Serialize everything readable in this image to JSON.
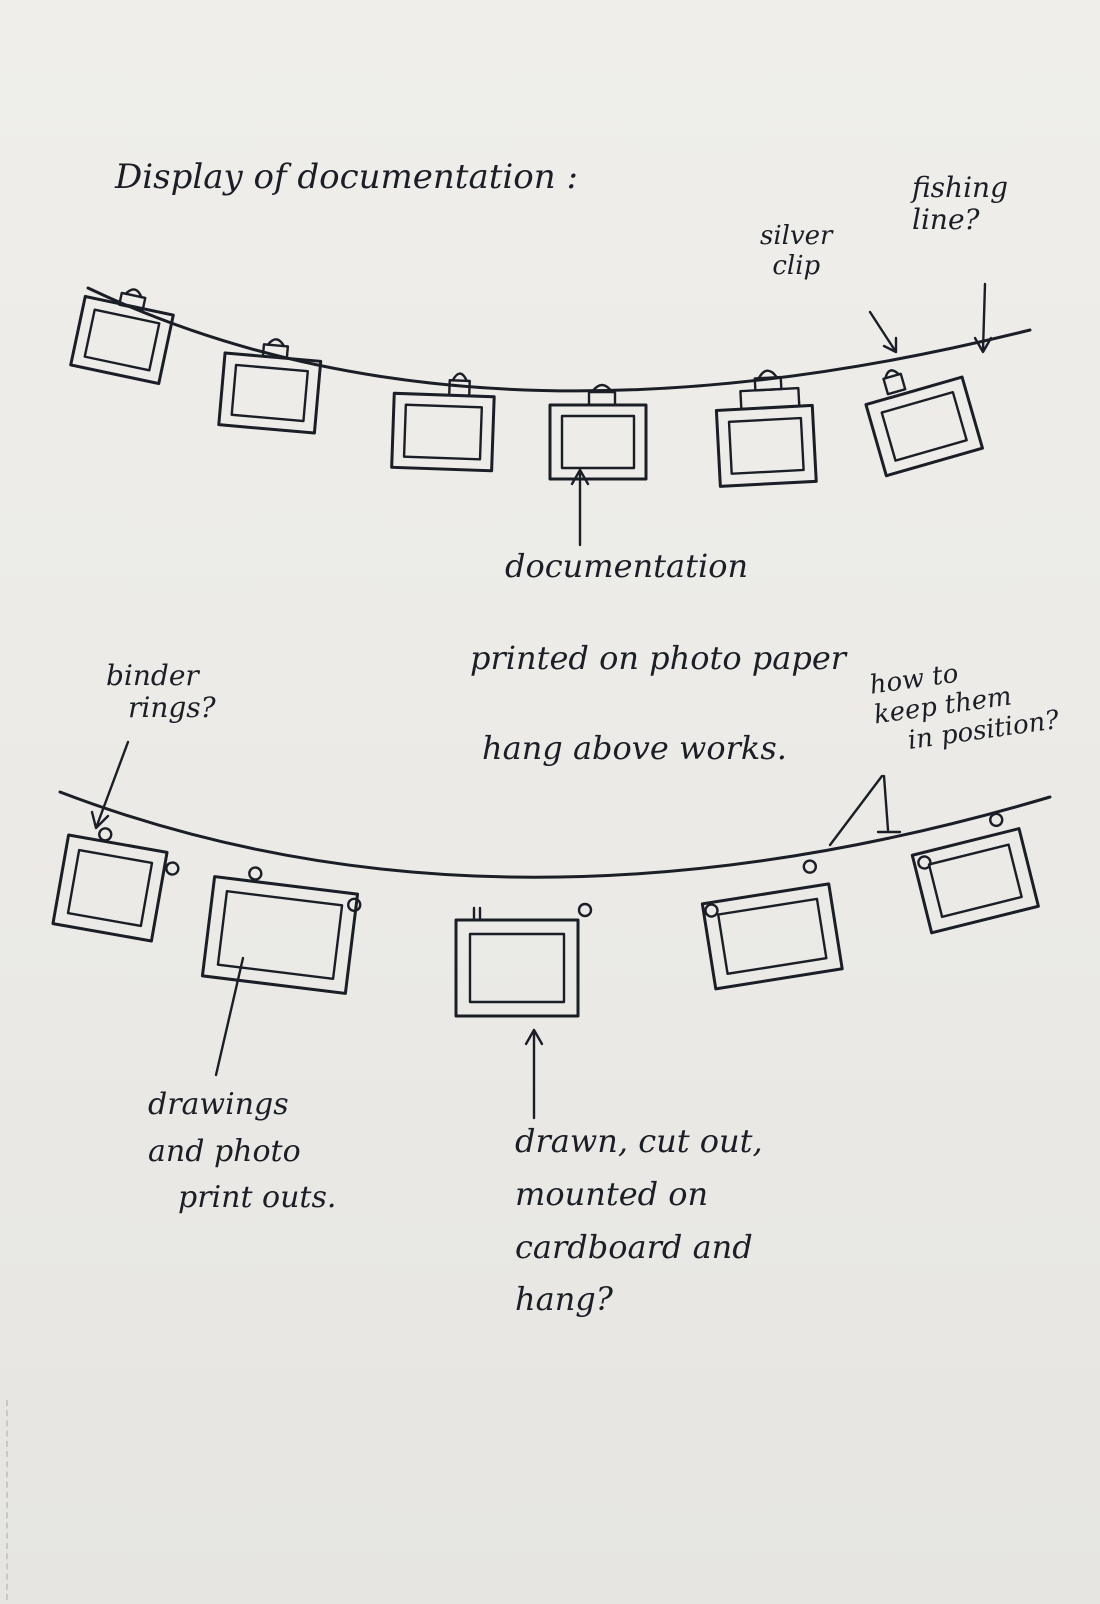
{
  "notes": {
    "title": "Display of documentation :",
    "silver_clip": [
      "silver",
      "clip"
    ],
    "fishing_line": [
      "fishing",
      "line?"
    ],
    "documentation": "documentation",
    "printed_on_photo_paper": "printed on photo paper",
    "hang_above_works": "hang above works.",
    "binder_rings": [
      "binder",
      "rings?"
    ],
    "keep_in_position": [
      "how to",
      "keep them",
      "in position?"
    ],
    "drawings_and_photo": [
      "drawings",
      "and photo",
      "print outs."
    ],
    "drawn_cut_out": [
      "drawn, cut out,",
      "mounted on",
      "cardboard and",
      "hang?"
    ]
  },
  "colors": {
    "ink": "#1b1e26",
    "paper": "#efeeea"
  }
}
